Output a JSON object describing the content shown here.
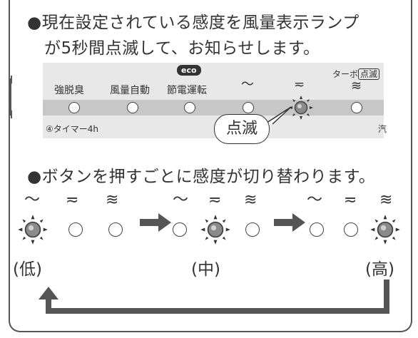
{
  "instructions": {
    "line1": "●現在設定されている感度を風量表示ランプ",
    "line2": "が5秒間点滅して、お知らせします。",
    "line3": "●ボタンを押すごとに感度が切り替わります。"
  },
  "panel": {
    "labels": [
      "強脱臭",
      "風量自動",
      "節電運転"
    ],
    "eco_badge": "eco",
    "turbo_prefix": "ターボ",
    "turbo_boxed": "点滅",
    "wave_low": "～",
    "wave_mid": "≂",
    "wave_high": "≋",
    "timer": "④タイマー4h",
    "cut_char": "汽"
  },
  "callout": "点滅",
  "sequence": {
    "wave_low": "～",
    "wave_mid": "≂",
    "wave_high": "≋",
    "levels": [
      "(低)",
      "(中)",
      "(高)"
    ]
  },
  "colors": {
    "text": "#333333",
    "panel": "#e8e8e8",
    "band": "#c7c7c7",
    "arrow": "#555555",
    "lit_lamp": "#8a8a8a"
  }
}
